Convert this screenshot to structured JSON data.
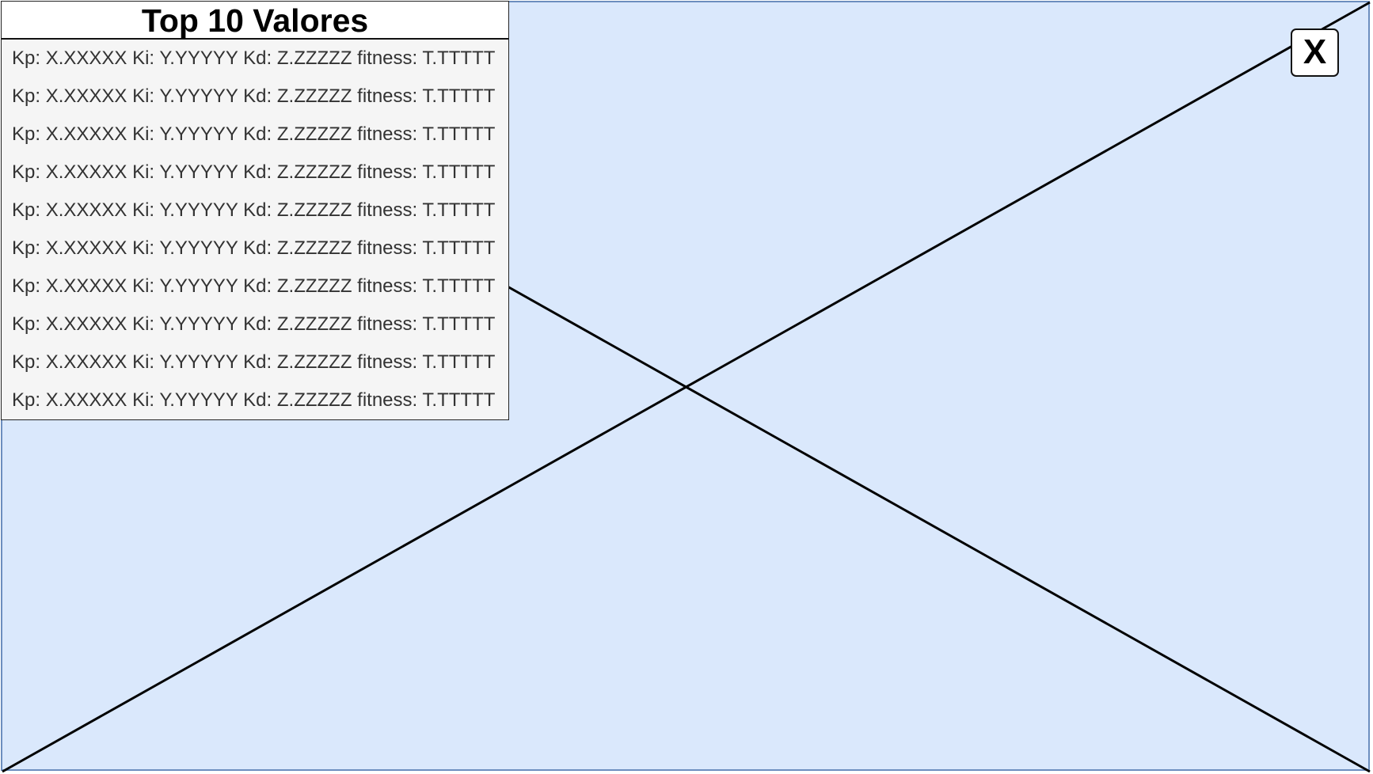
{
  "panel": {
    "title": "Top 10 Valores",
    "rows": [
      "Kp: X.XXXXX Ki: Y.YYYYY Kd: Z.ZZZZZ fitness: T.TTTTT",
      "Kp: X.XXXXX Ki: Y.YYYYY Kd: Z.ZZZZZ fitness: T.TTTTT",
      "Kp: X.XXXXX Ki: Y.YYYYY Kd: Z.ZZZZZ fitness: T.TTTTT",
      "Kp: X.XXXXX Ki: Y.YYYYY Kd: Z.ZZZZZ fitness: T.TTTTT",
      "Kp: X.XXXXX Ki: Y.YYYYY Kd: Z.ZZZZZ fitness: T.TTTTT",
      "Kp: X.XXXXX Ki: Y.YYYYY Kd: Z.ZZZZZ fitness: T.TTTTT",
      "Kp: X.XXXXX Ki: Y.YYYYY Kd: Z.ZZZZZ fitness: T.TTTTT",
      "Kp: X.XXXXX Ki: Y.YYYYY Kd: Z.ZZZZZ fitness: T.TTTTT",
      "Kp: X.XXXXX Ki: Y.YYYYY Kd: Z.ZZZZZ fitness: T.TTTTT",
      "Kp: X.XXXXX Ki: Y.YYYYY Kd: Z.ZZZZZ fitness: T.TTTTT"
    ]
  },
  "close_button": {
    "label": "X",
    "icon": "close-icon"
  },
  "canvas": {
    "placeholder_icon": "image-placeholder-icon"
  },
  "colors": {
    "canvas_fill": "#dae8fc",
    "canvas_border": "#6c8ebf",
    "panel_fill": "#f5f5f5",
    "row_text": "#333333"
  }
}
